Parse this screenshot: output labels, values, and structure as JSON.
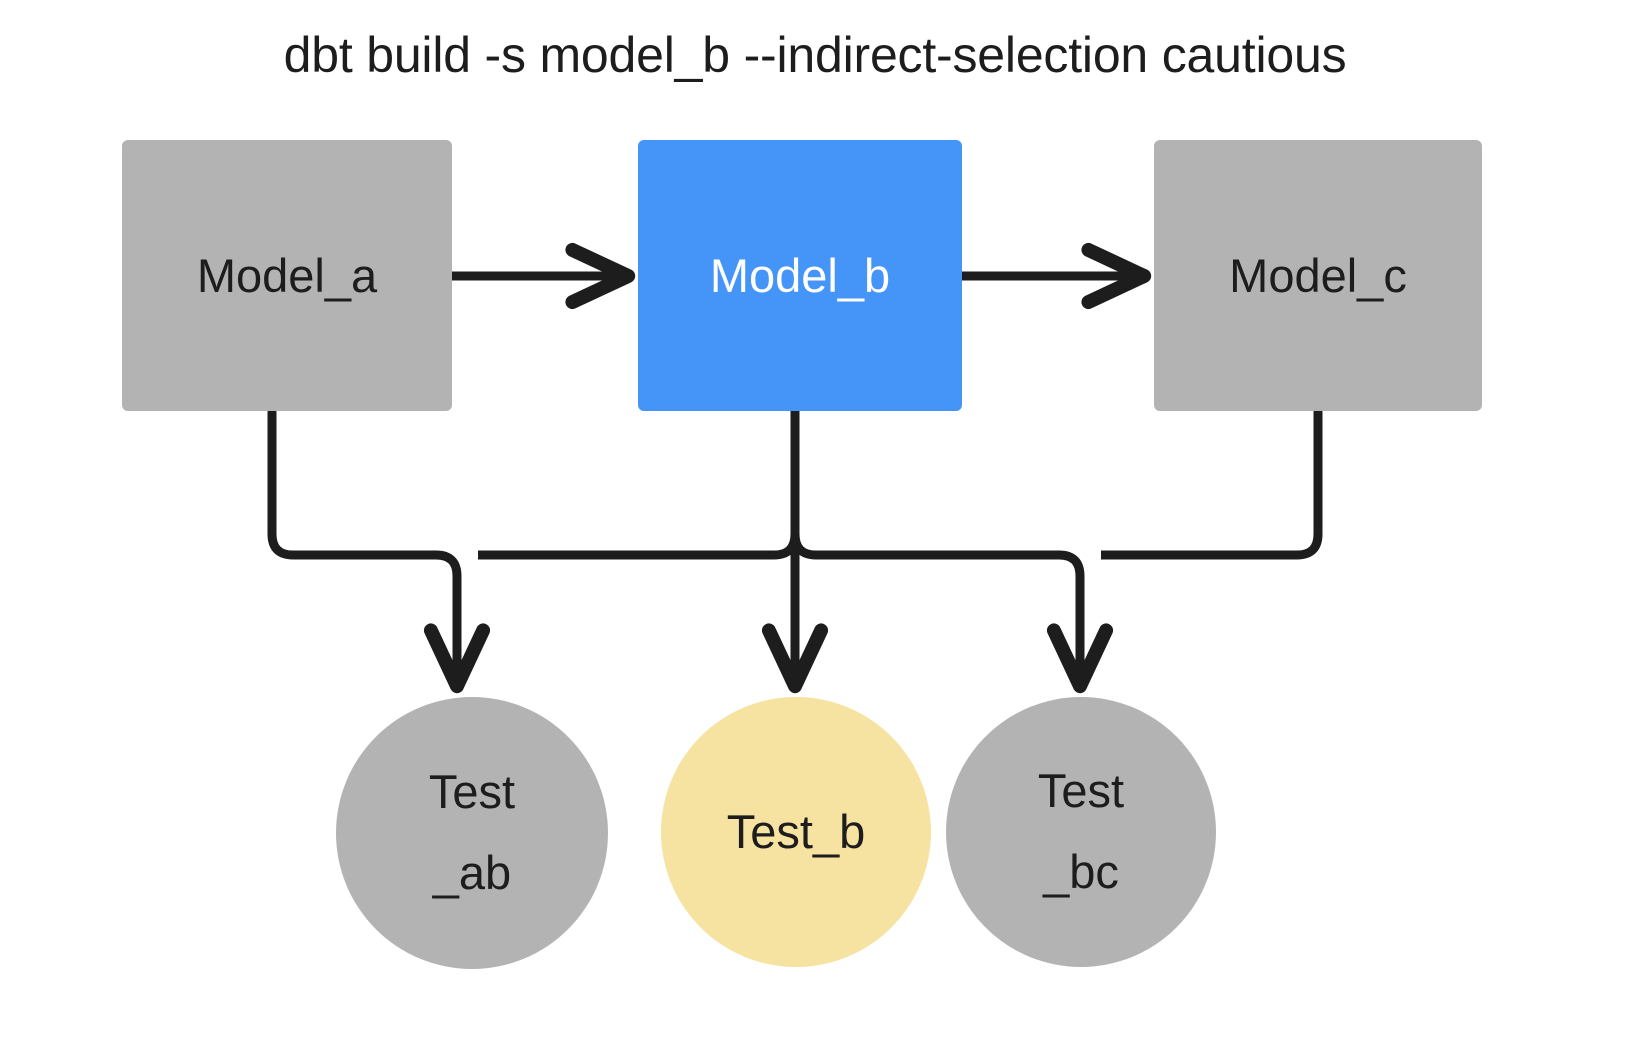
{
  "title": "dbt build -s model_b --indirect-selection cautious",
  "colors": {
    "background": "#ffffff",
    "gray_node": "#b3b3b3",
    "blue_node": "#4594f8",
    "yellow_node": "#f7e3a1",
    "edge": "#1d1d1d",
    "text_dark": "#1d1d1d",
    "text_light": "#ffffff"
  },
  "nodes": {
    "model_a": {
      "label": "Model_a",
      "shape": "box",
      "fill": "#b3b3b3",
      "text_color": "#1d1d1d"
    },
    "model_b": {
      "label": "Model_b",
      "shape": "box",
      "fill": "#4594f8",
      "text_color": "#ffffff"
    },
    "model_c": {
      "label": "Model_c",
      "shape": "box",
      "fill": "#b3b3b3",
      "text_color": "#1d1d1d"
    },
    "test_ab": {
      "label_line1": "Test",
      "label_line2": "_ab",
      "shape": "circle",
      "fill": "#b3b3b3",
      "text_color": "#1d1d1d"
    },
    "test_b": {
      "label": "Test_b",
      "shape": "circle",
      "fill": "#f7e3a1",
      "text_color": "#1d1d1d"
    },
    "test_bc": {
      "label_line1": "Test",
      "label_line2": "_bc",
      "shape": "circle",
      "fill": "#b3b3b3",
      "text_color": "#1d1d1d"
    }
  },
  "edges": [
    {
      "from": "model_a",
      "to": "model_b",
      "style": "arrow-right"
    },
    {
      "from": "model_b",
      "to": "model_c",
      "style": "arrow-right"
    },
    {
      "from": "model_a",
      "to": "test_ab",
      "style": "elbow-down"
    },
    {
      "from": "model_b",
      "to": "test_ab",
      "style": "elbow-down"
    },
    {
      "from": "model_b",
      "to": "test_b",
      "style": "straight-down"
    },
    {
      "from": "model_b",
      "to": "test_bc",
      "style": "elbow-down"
    },
    {
      "from": "model_c",
      "to": "test_bc",
      "style": "elbow-down"
    }
  ]
}
